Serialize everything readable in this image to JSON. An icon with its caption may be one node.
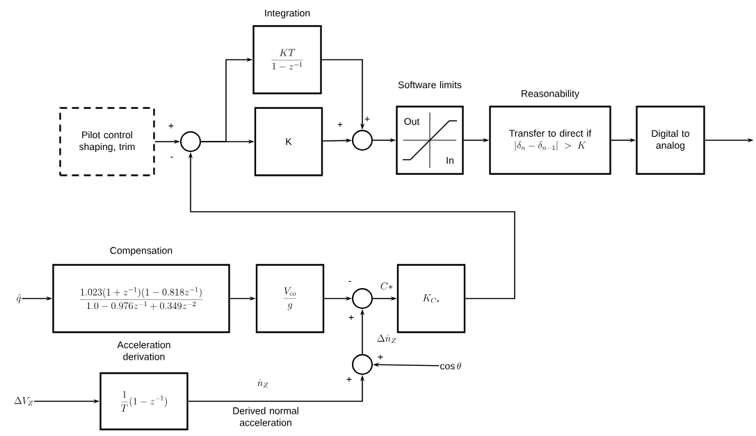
{
  "diagram": {
    "nodes": [
      {
        "text": [
          "Pilot control shaping, trim"
        ]
      },
      {
        "text": [],
        "shape": "circle"
      },
      {
        "text": [
          "Integration",
          "\\frac{KT}{1 - z^{-1}}"
        ]
      },
      {
        "text": [
          "K"
        ]
      },
      {
        "text": [],
        "shape": "circle"
      },
      {
        "text": [
          "Software limits",
          "Out",
          "In"
        ]
      },
      {
        "text": [
          "Reasonability",
          "Transfer to direct if",
          "\\left|\\delta_n - \\delta_{n-1}\\right| > K"
        ]
      },
      {
        "text": [
          "Digital to analog"
        ]
      },
      {
        "text": [
          "\\hat{q}"
        ]
      },
      {
        "text": [
          "Compensation",
          "\\frac{1.023(1 + z^{-1})(1 - 0.818z^{-1})}{1.0 - 0.976z^{-1} + 0.349z^{-2}}"
        ]
      },
      {
        "text": [
          "\\frac{V_{co}}{g}"
        ]
      },
      {
        "text": [],
        "shape": "circle"
      },
      {
        "text": [
          "K_{C*}"
        ]
      },
      {
        "text": [],
        "shape": "circle"
      },
      {
        "text": [
          "\\cos\\theta"
        ]
      },
      {
        "text": [
          "\\Delta V_{Z}"
        ]
      },
      {
        "text": [
          "Acceleration derivation",
          "\\frac{1}{T}(1 - z^{-1})"
        ]
      }
    ],
    "edges": [
      {
        "from": 0,
        "to": 1,
        "arrow": "to"
      },
      {
        "from": 1,
        "to": 2,
        "arrow": "to"
      },
      {
        "from": 1,
        "to": 3,
        "arrow": "to"
      },
      {
        "from": 2,
        "to": 4,
        "arrow": "to"
      },
      {
        "from": 3,
        "to": 4,
        "arrow": "to"
      },
      {
        "from": 4,
        "to": 5,
        "arrow": "to"
      },
      {
        "from": 5,
        "to": 6,
        "arrow": "to"
      },
      {
        "from": 6,
        "to": 7,
        "arrow": "to"
      },
      {
        "from": 7,
        "to": null,
        "arrow": "to"
      },
      {
        "from": 8,
        "to": 9,
        "arrow": "to"
      },
      {
        "from": 9,
        "to": 10,
        "arrow": "to"
      },
      {
        "from": 10,
        "to": 11,
        "arrow": "to"
      },
      {
        "from": 11,
        "to": 12,
        "arrow": "to",
        "label": "C*"
      },
      {
        "from": 12,
        "to": 1,
        "arrow": "to"
      },
      {
        "from": 14,
        "to": 13,
        "arrow": "to"
      },
      {
        "from": 13,
        "to": 11,
        "arrow": "to",
        "label": "\\Delta\\hat{n}_{Z}"
      },
      {
        "from": 15,
        "to": 16,
        "arrow": "to"
      },
      {
        "from": 16,
        "to": 13,
        "arrow": "to",
        "label": "\\hat{n}_{Z}"
      }
    ],
    "labels": [
      "+",
      "-",
      "+",
      "+",
      "-",
      "+",
      "+",
      "+",
      "Derived normal acceleration"
    ]
  }
}
